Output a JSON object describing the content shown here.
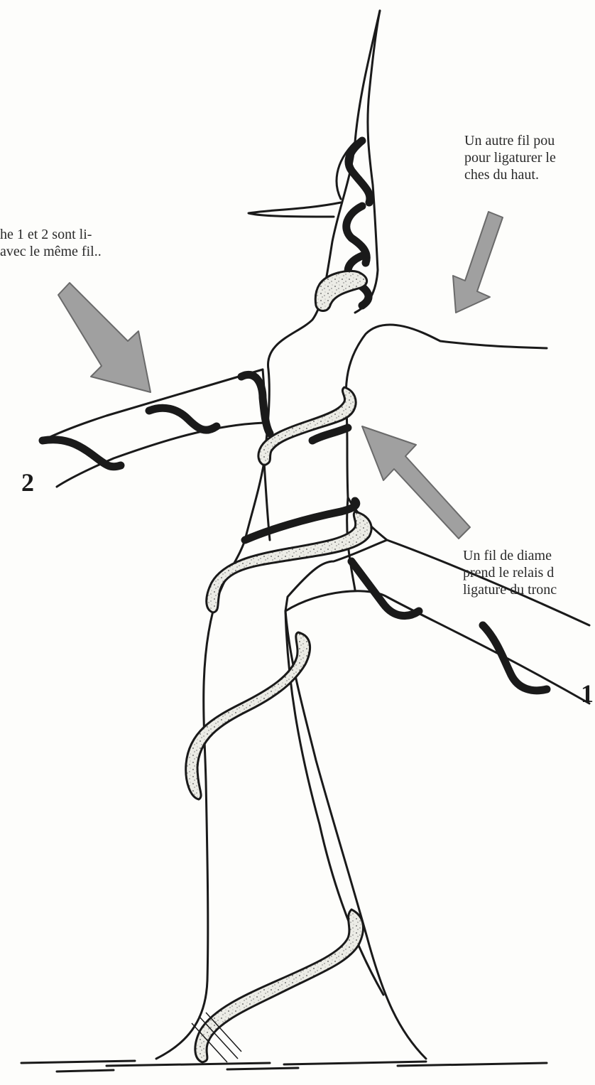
{
  "annotations": {
    "left": {
      "lines": [
        "he 1 et 2 sont li-",
        "avec le même fil.."
      ]
    },
    "top_right": {
      "lines": [
        "Un autre fil pou",
        "pour ligaturer le",
        "ches du haut."
      ]
    },
    "mid_right": {
      "lines": [
        "Un fil de diame",
        "prend le relais d",
        "ligature du tronc"
      ]
    }
  },
  "branch_numbers": {
    "left": "2",
    "right": "1"
  },
  "colors": {
    "ink": "#1a1a1a",
    "arrow": "#9a9a9a",
    "wire_fill": "#e6e6e1"
  }
}
